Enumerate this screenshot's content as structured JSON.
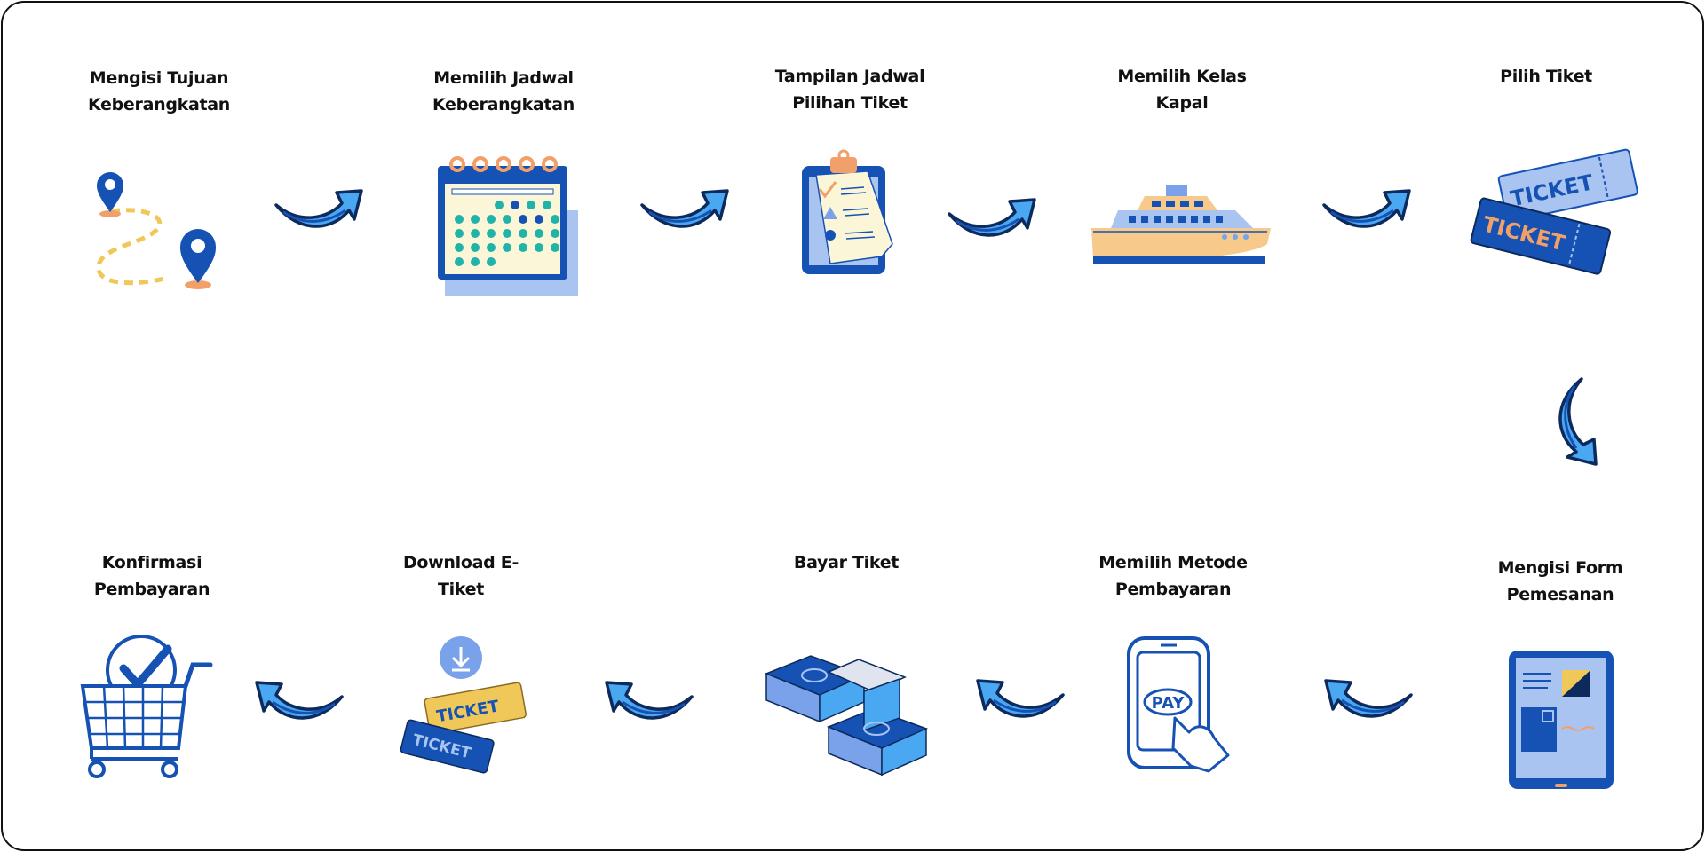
{
  "colors": {
    "primary": "#1552b4",
    "light_blue": "#4aa8f2",
    "pale_blue": "#b8cdf5",
    "orange": "#f2a06a",
    "gold": "#f0c85a",
    "ink": "#111111"
  },
  "flow": {
    "row1": [
      {
        "label": "Mengisi Tujuan\nKeberangkatan",
        "icon": "map-route-icon"
      },
      {
        "label": "Memilih Jadwal\nKeberangkatan",
        "icon": "calendar-icon"
      },
      {
        "label": "Tampilan Jadwal\nPilihan Tiket",
        "icon": "clipboard-icon"
      },
      {
        "label": "Memilih Kelas\nKapal",
        "icon": "ship-icon"
      },
      {
        "label": "Pilih Tiket",
        "icon": "tickets-icon"
      }
    ],
    "row2": [
      {
        "label": "Konfirmasi\nPembayaran",
        "icon": "shopping-cart-check-icon"
      },
      {
        "label": "Download E-\nTiket",
        "icon": "download-ticket-icon"
      },
      {
        "label": "Bayar Tiket",
        "icon": "cash-stack-icon"
      },
      {
        "label": "Memilih Metode\nPembayaran",
        "icon": "phone-pay-icon"
      },
      {
        "label": "Mengisi Form\nPemesanan",
        "icon": "tablet-form-icon"
      }
    ],
    "ticket_text": "TICKET",
    "pay_text": "PAY"
  }
}
